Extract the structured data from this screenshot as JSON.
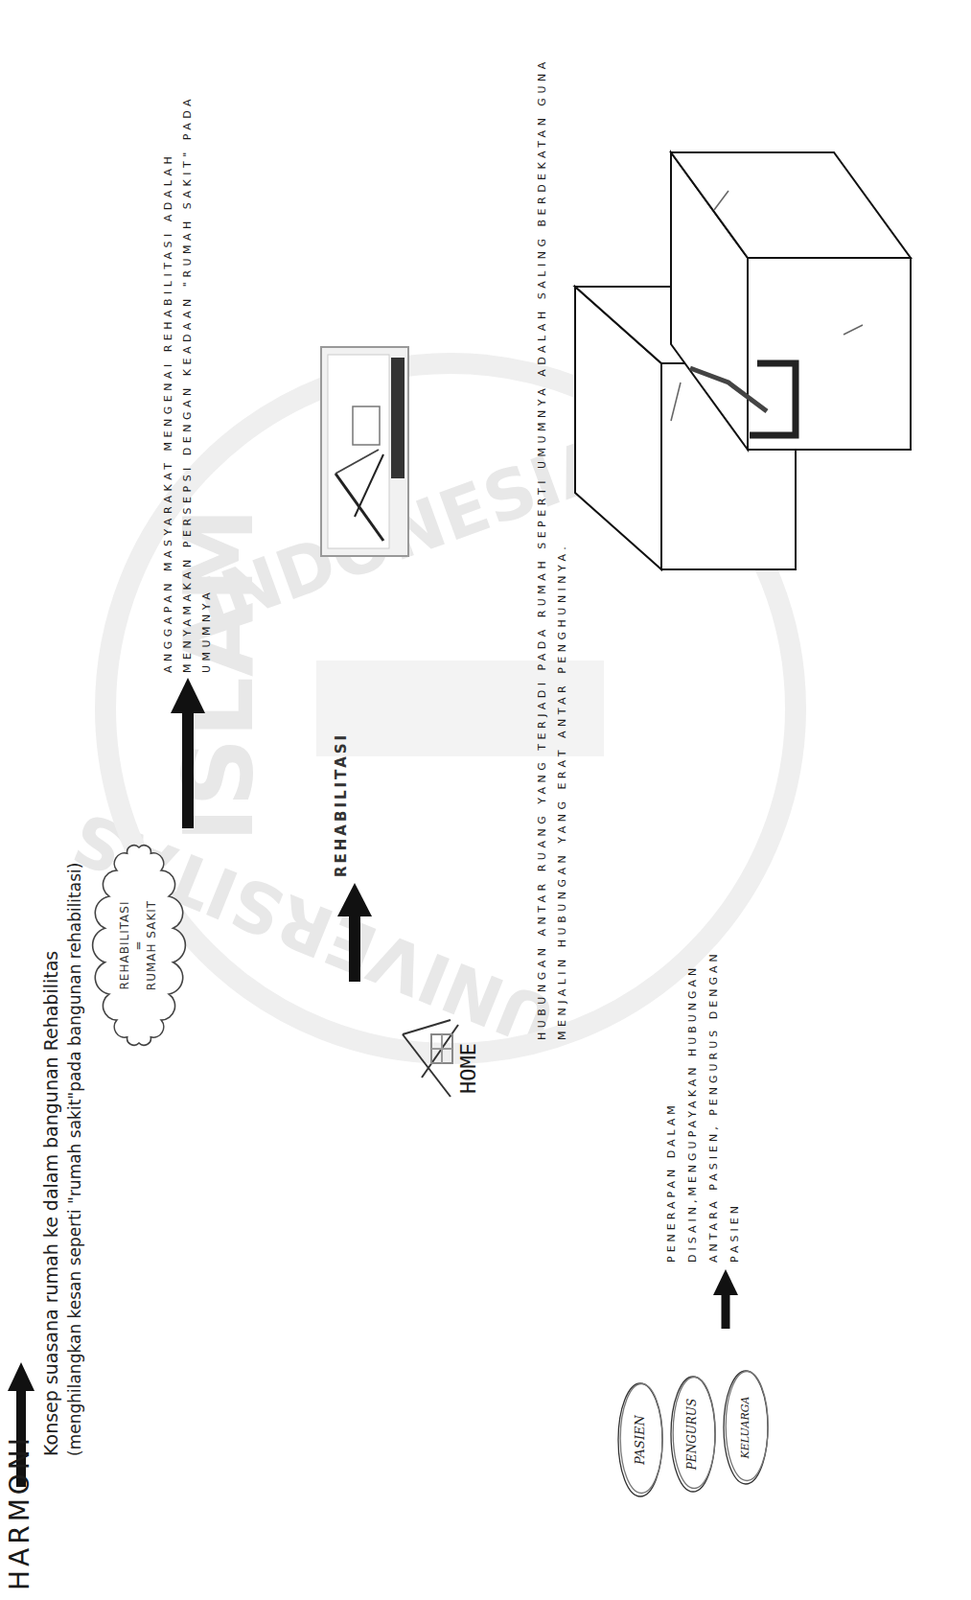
{
  "diagram": {
    "title": "Konsep suasana rumah ke dalam bangunan Rehabilitas",
    "nodes": [
      {
        "text": [
          "REHABILITASI",
          "=",
          "RUMAH SAKIT"
        ]
      },
      {
        "text": [
          "PASIEN"
        ]
      },
      {
        "text": [
          "PENGURUS"
        ]
      },
      {
        "text": [
          "KELUARGA"
        ]
      }
    ],
    "labels": [
      "HARMONI",
      "(menghilangkan kesan seperti \"rumah sakit\"pada bangunan rehabilitasi)",
      "ANGGAPAN MASYARAKAT MENGENAI REHABILITASI ADALAH MENYAMAKAN PERSEPSI DENGAN KEADAAN \"RUMAH SAKIT\" PADA UMUMNYA",
      "HOME",
      "REHABILITASI",
      "HUBUNGAN ANTAR RUANG YANG TERJADI PADA RUMAH SEPERTI UMUMNYA ADALAH SALING BERDEKATAN GUNA MENJALIN HUBUNGAN YANG ERAT ANTAR PENGHUNINYA.",
      "PENERAPAN DALAM DISAIN,MENGUPAYAKAN HUBUNGAN ANTARA PASIEN, PENGURUS DENGAN PASIEN",
      "UNIVERSITAS",
      "ISLAM",
      "INDONESIA"
    ]
  }
}
